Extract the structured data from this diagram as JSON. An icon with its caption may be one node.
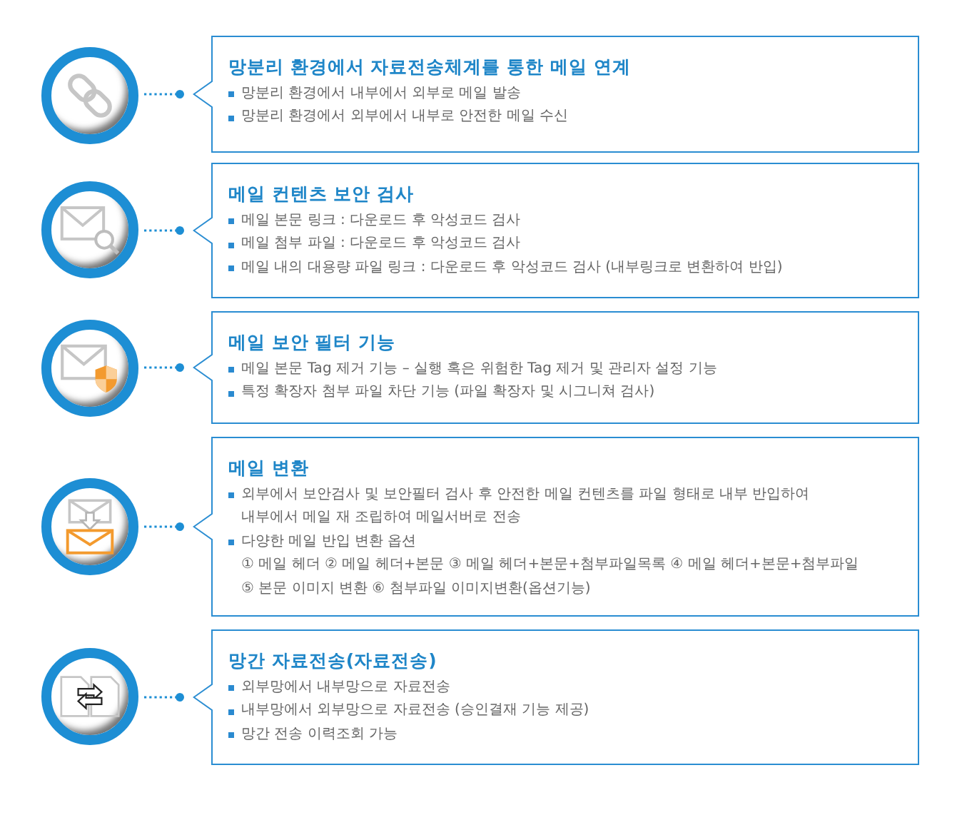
{
  "diagram": {
    "nodes": [
      {
        "text": [],
        "shape": "circle"
      },
      {
        "text": [
          "망분리 환경에서 자료전송체계를 통한 메일 연계",
          "망분리 환경에서 내부에서 외부로 메일 발송",
          "망분리 환경에서 외부에서 내부로 안전한 메일 수신"
        ]
      },
      {
        "text": [],
        "shape": "circle"
      },
      {
        "text": [
          "메일 컨텐츠 보안 검사",
          "메일 본문 링크 : 다운로드 후 악성코드 검사",
          "메일 첨부 파일 : 다운로드 후 악성코드 검사",
          "메일 내의 대용량 파일 링크 : 다운로드 후 악성코드 검사 (내부링크로 변환하여 반입)"
        ]
      },
      {
        "text": [],
        "shape": "circle"
      },
      {
        "text": [
          "메일 보안 필터 기능",
          "메일 본문 Tag 제거 기능 – 실행 혹은 위험한 Tag 제거 및 관리자 설정 기능",
          "특정 확장자 첨부 파일 차단 기능 (파일 확장자 및 시그니쳐 검사)"
        ]
      },
      {
        "text": [],
        "shape": "circle"
      },
      {
        "text": [
          "메일 변환",
          "외부에서 보안검사 및 보안필터 검사 후 안전한 메일 컨텐츠를 파일 형태로 내부 반입하여 내부에서 메일 재 조립하여 메일서버로 전송",
          "다양한 메일 반입 변환 옵션",
          "① 메일 헤더 ② 메일 헤더+본문 ③ 메일 헤더+본문+첨부파일목록 ④ 메일 헤더+본문+첨부파일 ⑤ 본문 이미지 변환 ⑥ 첨부파일 이미지변환(옵션기능)"
        ]
      },
      {
        "text": [],
        "shape": "circle"
      },
      {
        "text": [
          "망간 자료전송(자료전송)",
          "외부망에서 내부망으로 자료전송",
          "내부망에서 외부망으로 자료전송 (승인결재 기능 제공)",
          "망간 전송 이력조회 가능"
        ]
      }
    ],
    "edges": [
      {
        "from": 0,
        "to": 1,
        "arrow": "other",
        "style": "dashed"
      },
      {
        "from": 2,
        "to": 3,
        "arrow": "other",
        "style": "dashed"
      },
      {
        "from": 4,
        "to": 5,
        "arrow": "other",
        "style": "dashed"
      },
      {
        "from": 6,
        "to": 7,
        "arrow": "other",
        "style": "dashed"
      },
      {
        "from": 8,
        "to": 9,
        "arrow": "other",
        "style": "dashed"
      }
    ]
  }
}
